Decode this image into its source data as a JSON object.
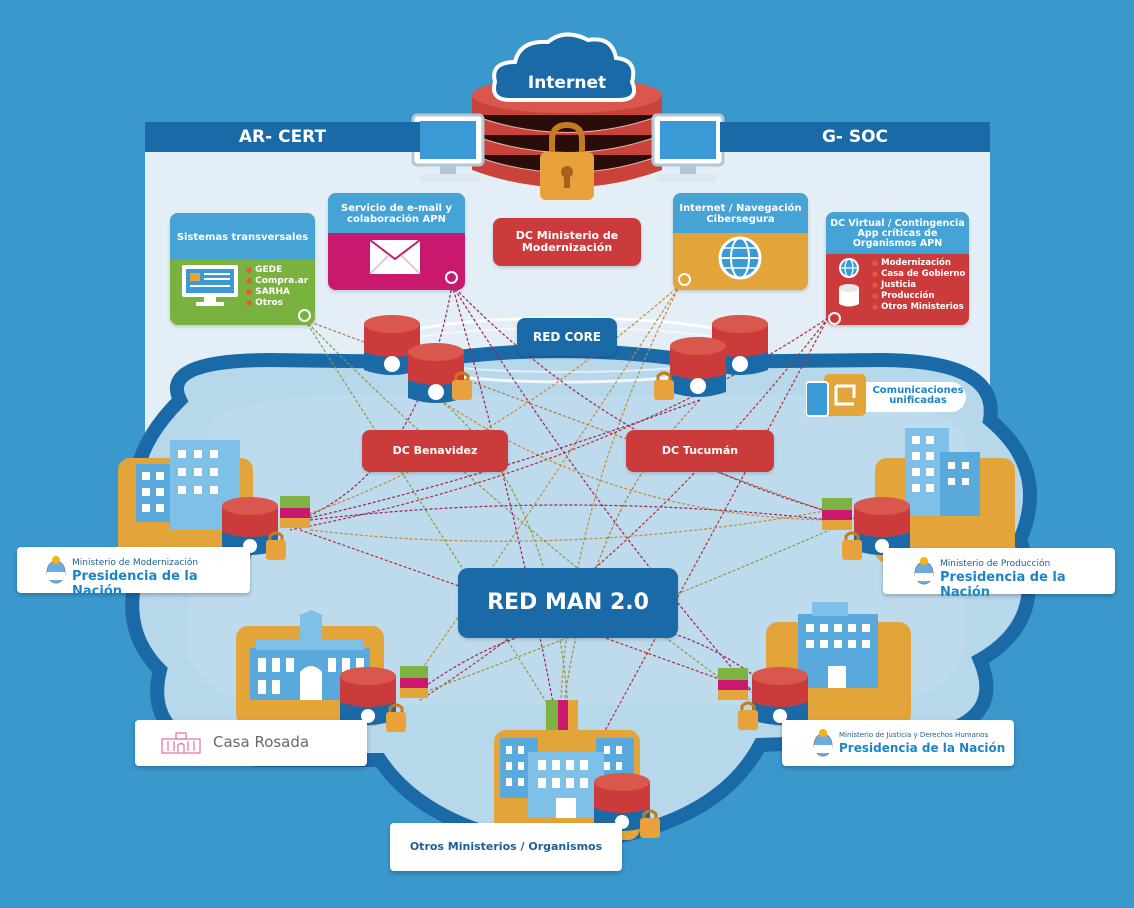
{
  "top": {
    "internet": "Internet",
    "left_banner": "AR- CERT",
    "right_banner": "G- SOC"
  },
  "cards": {
    "sistemas": {
      "title": "Sistemas transversales",
      "items": [
        "GEDE",
        "Compra.ar",
        "SARHA",
        "Otros"
      ]
    },
    "email": {
      "title": "Servicio de e-mail y colaboración APN"
    },
    "dc_modernizacion": "DC Ministerio de Modernización",
    "internet_nav": {
      "title": "Internet / Navegación Cibersegura"
    },
    "dc_virtual": {
      "title": "DC Virtual / Contingencia App críticas de Organismos APN",
      "items": [
        "Modernización",
        "Casa de Gobierno",
        "Justicia",
        "Producción",
        "Otros Ministerios"
      ]
    }
  },
  "core": "RED CORE",
  "comunicaciones": "Comunicaciones unificadas",
  "dcs": {
    "benavidez": "DC Benavidez",
    "tucuman": "DC Tucumán"
  },
  "red_man": "RED MAN 2.0",
  "nodes": {
    "modernizacion": {
      "small": "Ministerio de Modernización",
      "big": "Presidencia de la Nación"
    },
    "produccion": {
      "small": "Ministerio de Producción",
      "big": "Presidencia de la Nación"
    },
    "casa_rosada": "Casa Rosada",
    "justicia": {
      "small": "Ministerio de Justicia y Derechos Humanos",
      "big": "Presidencia de la Nación"
    },
    "otros": "Otros Ministerios / Organismos"
  },
  "colors": {
    "background": "#3a98cc",
    "panel": "#e2eef6",
    "cloud": "#b5d6ea",
    "dark_blue": "#1b6aa8",
    "red": "#cc3b3b",
    "orange": "#e3a53a",
    "green": "#7cb342",
    "magenta": "#c8196e"
  }
}
